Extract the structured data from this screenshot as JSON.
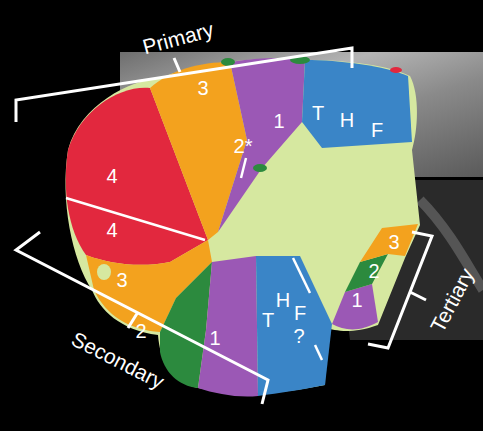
{
  "diagram": {
    "labels": [
      "Primary",
      "Secondary",
      "Tertiary",
      "4",
      "4",
      "3",
      "2*",
      "1",
      "T",
      "H",
      "F",
      "3",
      "2",
      "1",
      "T",
      "H",
      "F",
      "?",
      "1",
      "2",
      "3"
    ]
  }
}
